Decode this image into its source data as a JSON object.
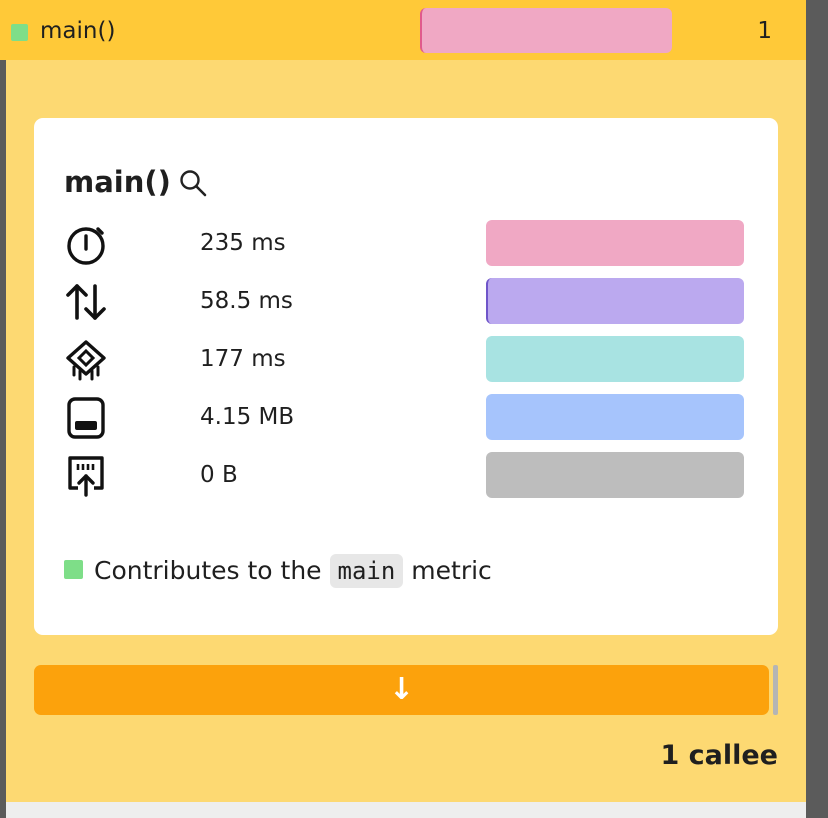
{
  "header": {
    "function_name": "main()",
    "count": "1",
    "swatch_color": "#7ede88",
    "bar_color": "#f0a8c4"
  },
  "card": {
    "title": "main()",
    "search_icon": "magnifier-icon",
    "metrics": [
      {
        "icon": "stopwatch-icon",
        "value": "235 ms",
        "bar_color": "#f0a8c4"
      },
      {
        "icon": "up-down-arrows-icon",
        "value": "58.5 ms",
        "bar_color": "#bba9ef"
      },
      {
        "icon": "chip-icon",
        "value": "177 ms",
        "bar_color": "#a8e3e2"
      },
      {
        "icon": "storage-icon",
        "value": "4.15 MB",
        "bar_color": "#a6c4fc"
      },
      {
        "icon": "network-upload-icon",
        "value": "0 B",
        "bar_color": "#bdbdbd"
      }
    ],
    "legend": {
      "prefix": "Contributes to the",
      "metric": "main",
      "suffix": "metric",
      "swatch_color": "#7ede88"
    }
  },
  "expand_button": {
    "label": "↓",
    "color": "#fca20c"
  },
  "callee_count": "1 callee"
}
